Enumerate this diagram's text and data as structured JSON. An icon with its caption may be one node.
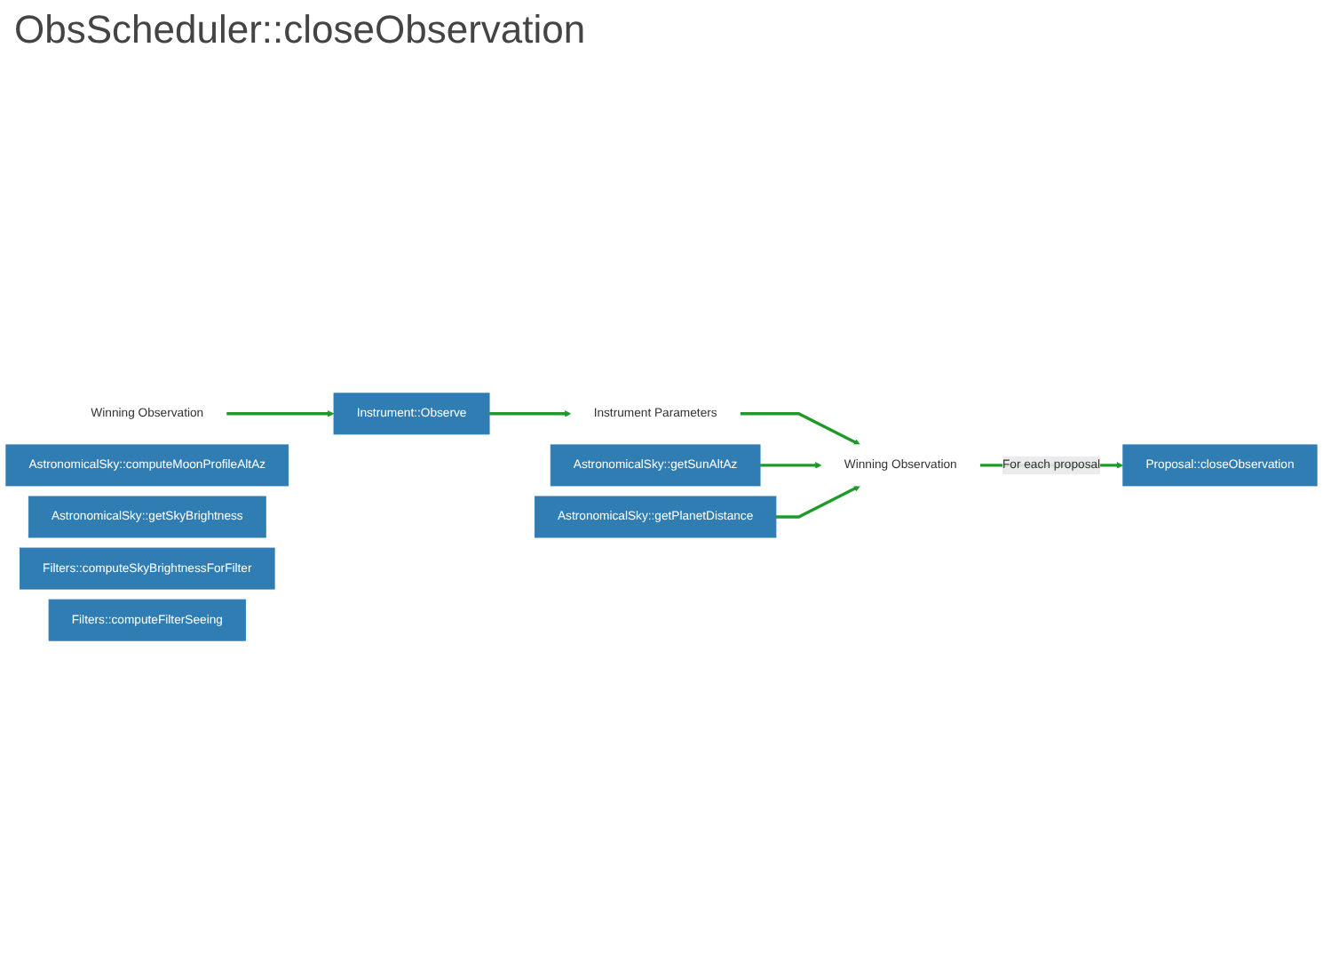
{
  "diagram": {
    "title": "ObsScheduler::closeObservation",
    "nodes": [
      {
        "text": [
          "Winning Observation"
        ]
      },
      {
        "text": [
          "Instrument::Observe"
        ]
      },
      {
        "text": [
          "Instrument Parameters"
        ]
      },
      {
        "text": [
          "Winning Observation"
        ]
      },
      {
        "text": [
          "AstronomicalSky::getSunAltAz"
        ]
      },
      {
        "text": [
          "AstronomicalSky::computeMoonProfileAltAz"
        ]
      },
      {
        "text": [
          "AstronomicalSky::getSkyBrightness"
        ]
      },
      {
        "text": [
          "Filters::computeSkyBrightnessForFilter"
        ]
      },
      {
        "text": [
          "Filters::computeFilterSeeing"
        ]
      },
      {
        "text": [
          "AstronomicalSky::getPlanetDistance"
        ]
      },
      {
        "text": [
          "Proposal::closeObservation"
        ]
      }
    ],
    "edges": [
      {
        "from": 0,
        "to": 1,
        "arrow": "to"
      },
      {
        "from": 1,
        "to": 2,
        "arrow": "to"
      },
      {
        "from": 2,
        "to": 3,
        "arrow": "to"
      },
      {
        "from": 4,
        "to": 3,
        "arrow": "to"
      },
      {
        "from": 9,
        "to": 3,
        "arrow": "to"
      },
      {
        "from": 3,
        "to": 10,
        "arrow": "to",
        "label": "For each proposal"
      }
    ]
  }
}
